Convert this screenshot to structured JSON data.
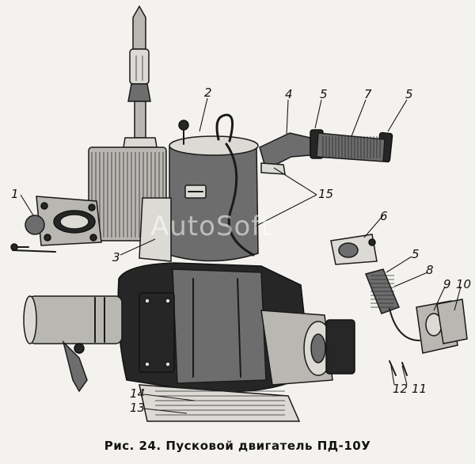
{
  "figure": {
    "caption": "Рис. 24. Пусковой двигатель ПД-10У",
    "watermark": "AutoSoft",
    "callouts": [
      "1",
      "2",
      "3",
      "4",
      "5",
      "5",
      "7",
      "5",
      "15",
      "6",
      "8",
      "9",
      "10",
      "11",
      "12",
      "13",
      "14"
    ]
  }
}
